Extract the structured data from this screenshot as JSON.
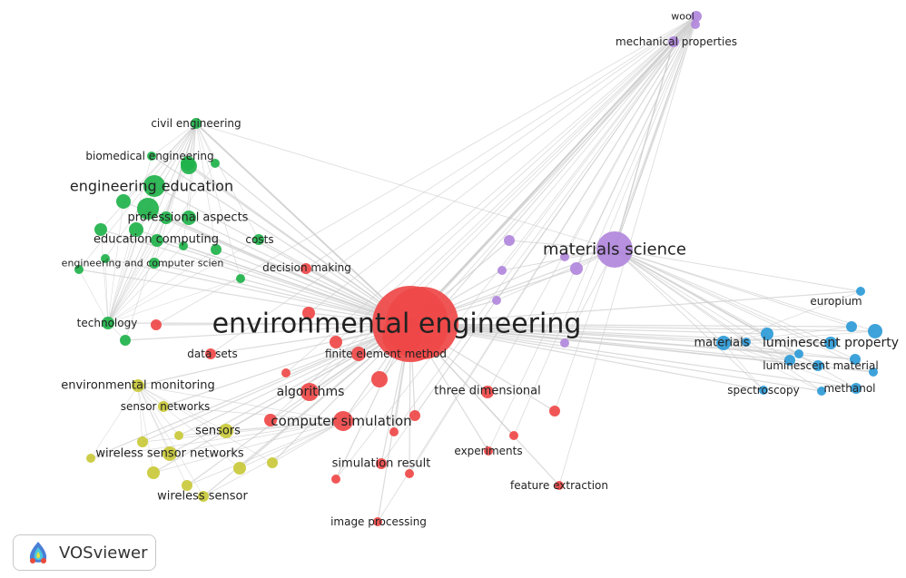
{
  "app": {
    "name": "VOSviewer"
  },
  "colors": {
    "red": "#ef4848",
    "green": "#1fb24a",
    "yellow": "#c9c93a",
    "blue": "#2e9bd7",
    "purple": "#b187dc",
    "edge": "#cfcfcf"
  },
  "nodes": [
    {
      "id": "wool",
      "label": "wool",
      "cluster": "purple",
      "weight": 2
    },
    {
      "id": "mechanical-properties",
      "label": "mechanical properties",
      "cluster": "purple",
      "weight": 2
    },
    {
      "id": "civil-engineering",
      "label": "civil engineering",
      "cluster": "green",
      "weight": 2
    },
    {
      "id": "biomedical-engineering",
      "label": "biomedical engineering",
      "cluster": "green",
      "weight": 2
    },
    {
      "id": "engineering-education",
      "label": "engineering education",
      "cluster": "green",
      "weight": 4
    },
    {
      "id": "professional-aspects",
      "label": "professional aspects",
      "cluster": "green",
      "weight": 3
    },
    {
      "id": "education-computing",
      "label": "education computing",
      "cluster": "green",
      "weight": 3
    },
    {
      "id": "costs",
      "label": "costs",
      "cluster": "green",
      "weight": 2
    },
    {
      "id": "engineering-and-computer-science",
      "label": "engineering and computer scien",
      "cluster": "green",
      "weight": 2
    },
    {
      "id": "decision-making",
      "label": "decision making",
      "cluster": "red",
      "weight": 2
    },
    {
      "id": "materials-science",
      "label": "materials science",
      "cluster": "purple",
      "weight": 5
    },
    {
      "id": "europium",
      "label": "europium",
      "cluster": "blue",
      "weight": 2
    },
    {
      "id": "technology",
      "label": "technology",
      "cluster": "green",
      "weight": 2
    },
    {
      "id": "environmental-engineering",
      "label": "environmental engineering",
      "cluster": "red",
      "weight": 9
    },
    {
      "id": "materials",
      "label": "materials",
      "cluster": "blue",
      "weight": 3
    },
    {
      "id": "luminescent-property",
      "label": "luminescent property",
      "cluster": "blue",
      "weight": 3
    },
    {
      "id": "data-sets",
      "label": "data sets",
      "cluster": "red",
      "weight": 2
    },
    {
      "id": "finite-element-method",
      "label": "finite element method",
      "cluster": "red",
      "weight": 2
    },
    {
      "id": "luminescent-material",
      "label": "luminescent material",
      "cluster": "blue",
      "weight": 2
    },
    {
      "id": "environmental-monitoring",
      "label": "environmental monitoring",
      "cluster": "yellow",
      "weight": 3
    },
    {
      "id": "algorithms",
      "label": "algorithms",
      "cluster": "red",
      "weight": 3
    },
    {
      "id": "three-dimensional",
      "label": "three dimensional",
      "cluster": "red",
      "weight": 2
    },
    {
      "id": "spectroscopy",
      "label": "spectroscopy",
      "cluster": "blue",
      "weight": 2
    },
    {
      "id": "methanol",
      "label": "methanol",
      "cluster": "blue",
      "weight": 2
    },
    {
      "id": "sensor-networks",
      "label": "sensor networks",
      "cluster": "yellow",
      "weight": 2
    },
    {
      "id": "computer-simulation",
      "label": "computer simulation",
      "cluster": "red",
      "weight": 3
    },
    {
      "id": "sensors",
      "label": "sensors",
      "cluster": "yellow",
      "weight": 3
    },
    {
      "id": "wireless-sensor-networks",
      "label": "wireless sensor networks",
      "cluster": "yellow",
      "weight": 3
    },
    {
      "id": "experiments",
      "label": "experiments",
      "cluster": "red",
      "weight": 2
    },
    {
      "id": "simulation-result",
      "label": "simulation result",
      "cluster": "red",
      "weight": 2
    },
    {
      "id": "feature-extraction",
      "label": "feature extraction",
      "cluster": "red",
      "weight": 2
    },
    {
      "id": "wireless-sensor",
      "label": "wireless sensor",
      "cluster": "yellow",
      "weight": 2
    },
    {
      "id": "image-processing",
      "label": "image processing",
      "cluster": "red",
      "weight": 2
    }
  ]
}
